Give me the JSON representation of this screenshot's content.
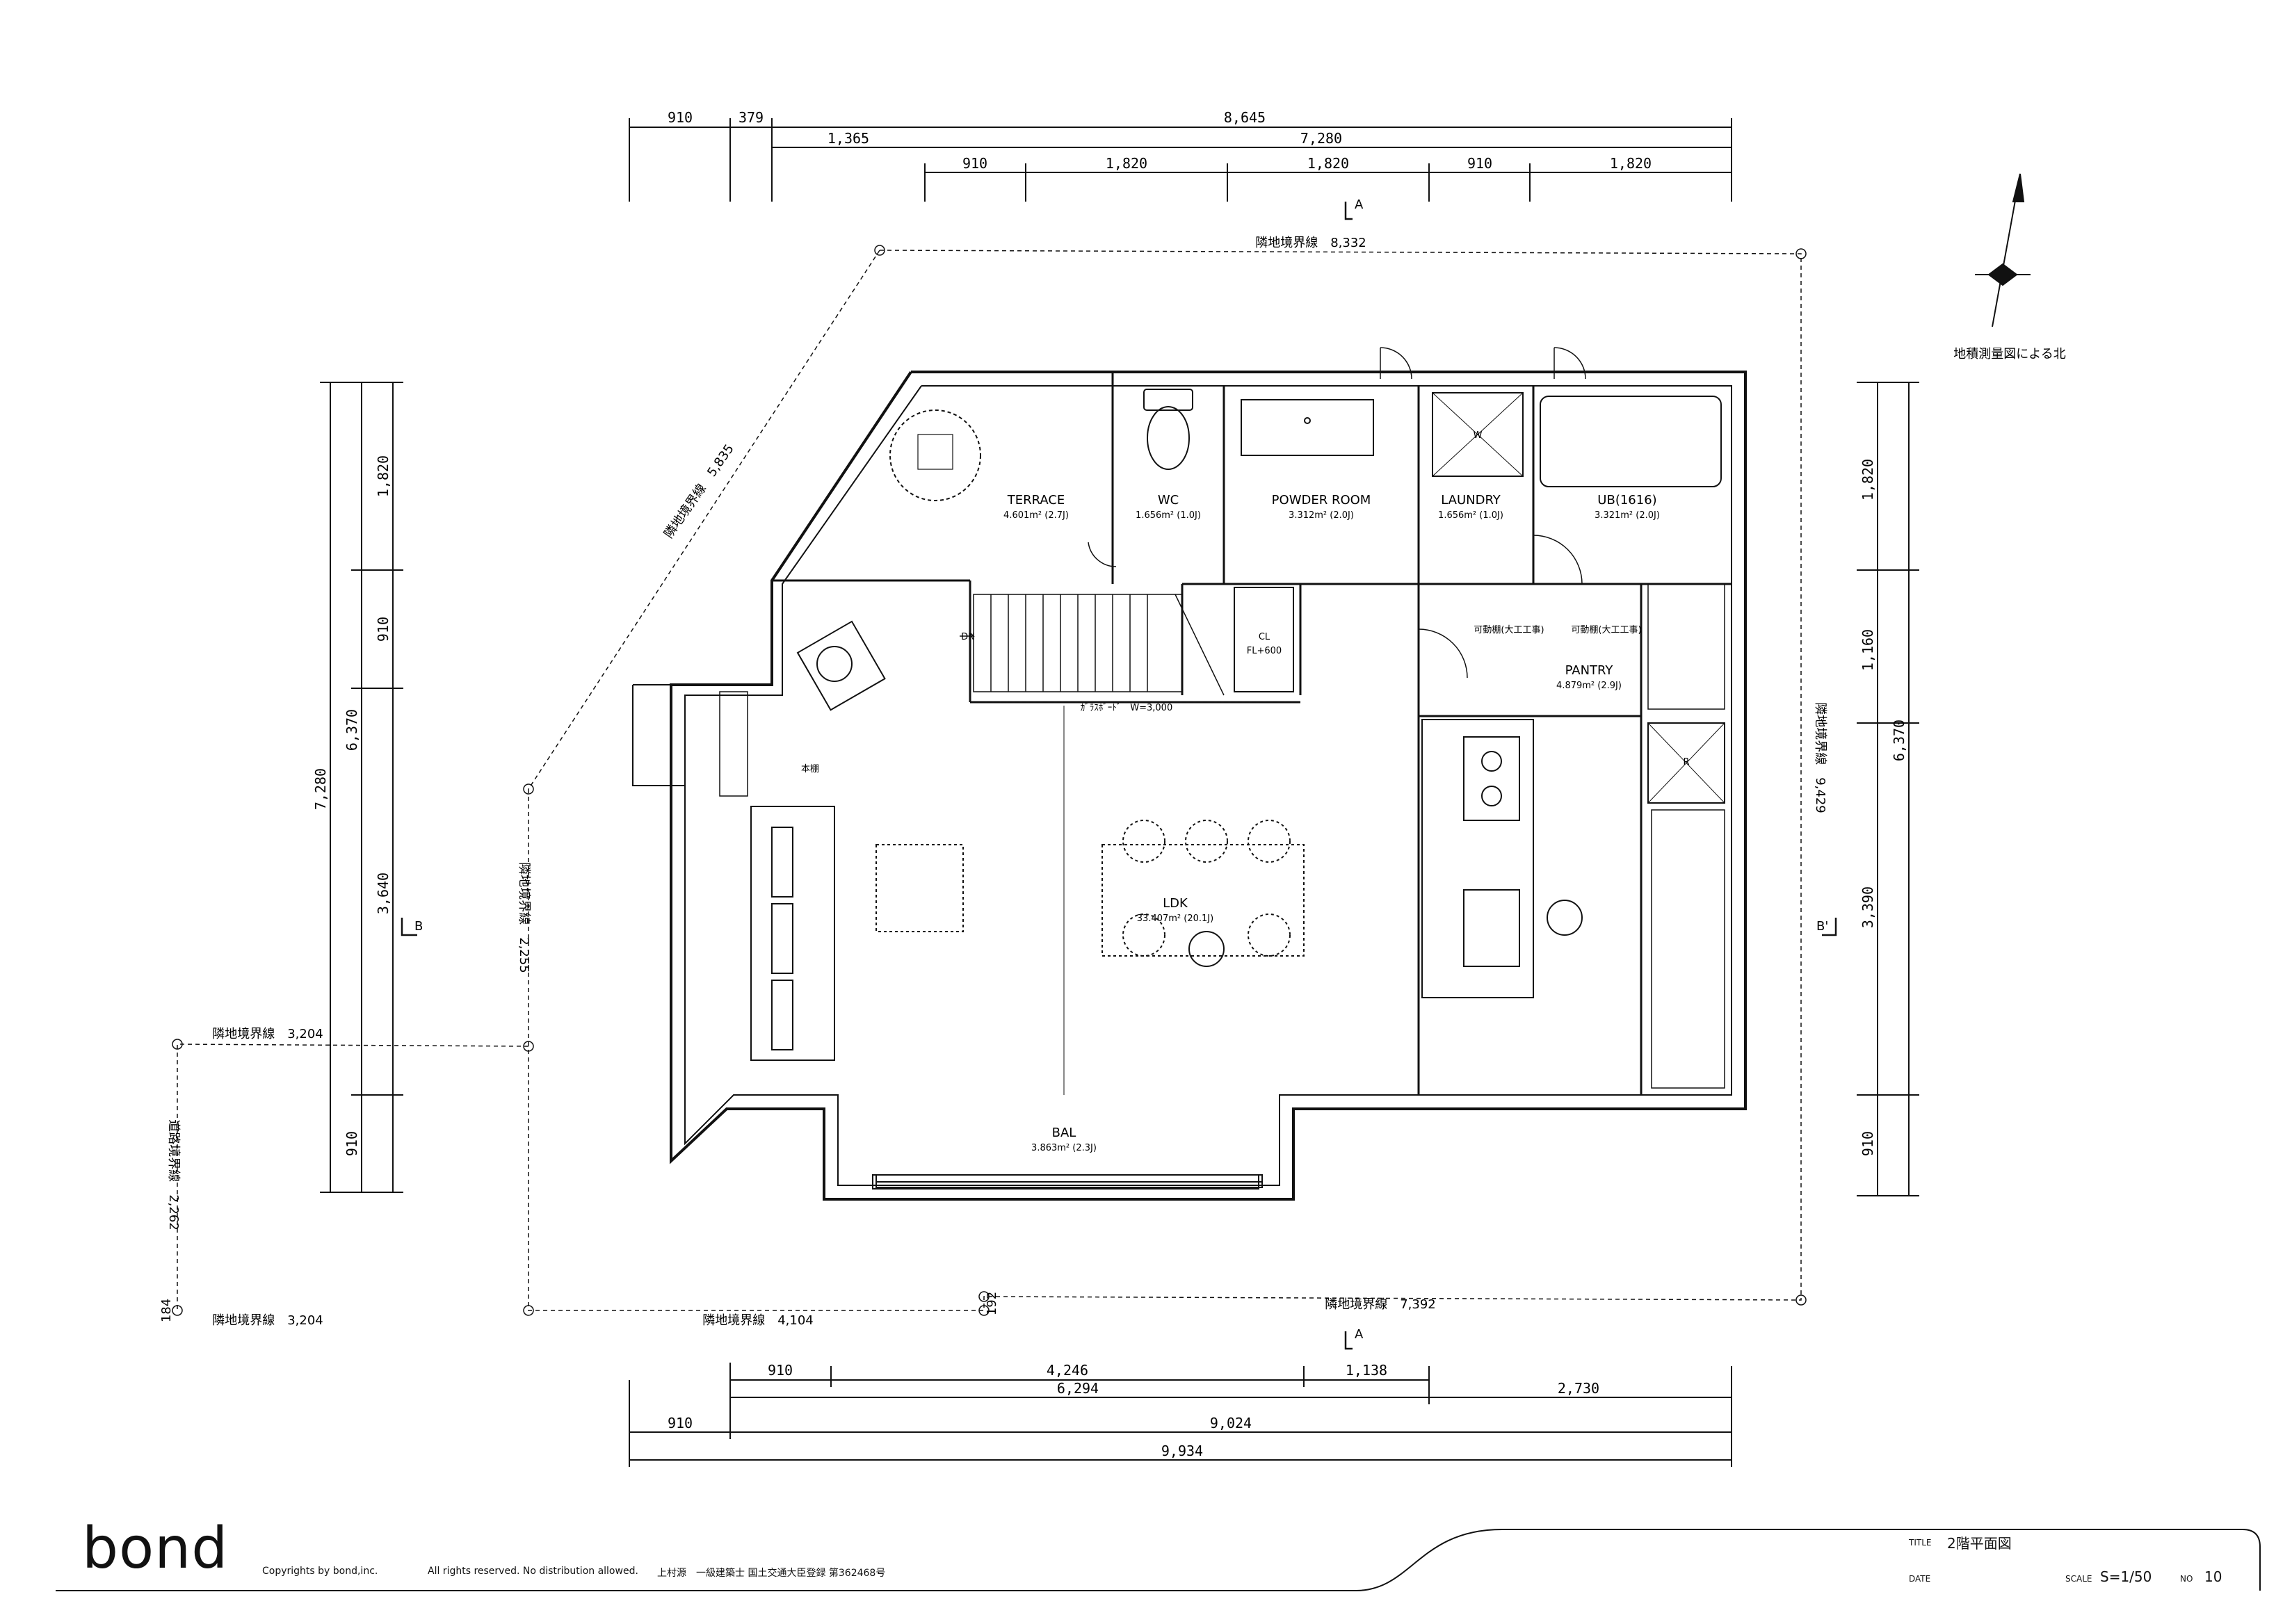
{
  "top_dims": {
    "row1": [
      "910",
      "379",
      "8,645"
    ],
    "row2": [
      "1,365",
      "7,280"
    ],
    "row3": [
      "910",
      "1,820",
      "1,820",
      "910",
      "1,820"
    ]
  },
  "bottom_dims": {
    "row1": [
      "910",
      "4,246",
      "1,138"
    ],
    "row2": [
      "6,294",
      "2,730"
    ],
    "row3": [
      "910",
      "9,024"
    ],
    "row4": [
      "9,934"
    ]
  },
  "left_dims": {
    "col1": [
      "7,280"
    ],
    "col2": [
      "1,820",
      "910",
      "6,370",
      "3,640",
      "910"
    ]
  },
  "right_dims": {
    "col1": [
      "1,820",
      "1,160",
      "6,370",
      "3,390",
      "910"
    ]
  },
  "boundaries": {
    "top": "隣地境界線　8,332",
    "diag": "隣地境界線　5,835",
    "right": "隣地境界線　9,429",
    "bottom": "隣地境界線　7,392",
    "bottom_left": "隣地境界線　4,104",
    "left_mid": "隣地境界線　3,204",
    "left_low": "隣地境界線　3,204",
    "left_vert": "隣地境界線　2,255",
    "road": "道路境界線　2,262",
    "small_184": "184",
    "small_192": "192"
  },
  "rooms": {
    "terrace": {
      "name": "TERRACE",
      "area": "4.601m² (2.7J)"
    },
    "wc": {
      "name": "WC",
      "area": "1.656m² (1.0J)"
    },
    "powder": {
      "name": "POWDER ROOM",
      "area": "3.312m² (2.0J)"
    },
    "laundry": {
      "name": "LAUNDRY",
      "area": "1.656m² (1.0J)"
    },
    "ub": {
      "name": "UB(1616)",
      "area": "3.321m² (2.0J)"
    },
    "pantry": {
      "name": "PANTRY",
      "area": "4.879m² (2.9J)"
    },
    "ldk": {
      "name": "LDK",
      "area": "33.407m² (20.1J)"
    },
    "bal": {
      "name": "BAL",
      "area": "3.863m² (2.3J)"
    }
  },
  "notes": {
    "dn": "DN",
    "glass_board": "ｶﾞﾗｽﾎﾞｰﾄﾞ　W=3,000",
    "cl": "CL",
    "cl_fl": "FL+600",
    "shelf1": "可動棚(大工工事)",
    "shelf2": "可動棚(大工工事)",
    "wood": "本棚",
    "w": "W",
    "r": "R"
  },
  "sections": {
    "a_top": "A",
    "a_bottom": "A",
    "b_left": "B",
    "b_right": "B'"
  },
  "north_label": "地積測量図による北",
  "footer": {
    "brand": "bond",
    "copyright": "Copyrights by bond,inc.",
    "rights": "All rights reserved. No distribution allowed.",
    "architect": "上村源　一級建築士 国土交通大臣登録 第362468号",
    "title_label": "TITLE",
    "title_value": "2階平面図",
    "date_label": "DATE",
    "scale_label": "SCALE",
    "scale_value": "S=1/50",
    "no_label": "NO",
    "no_value": "10"
  }
}
